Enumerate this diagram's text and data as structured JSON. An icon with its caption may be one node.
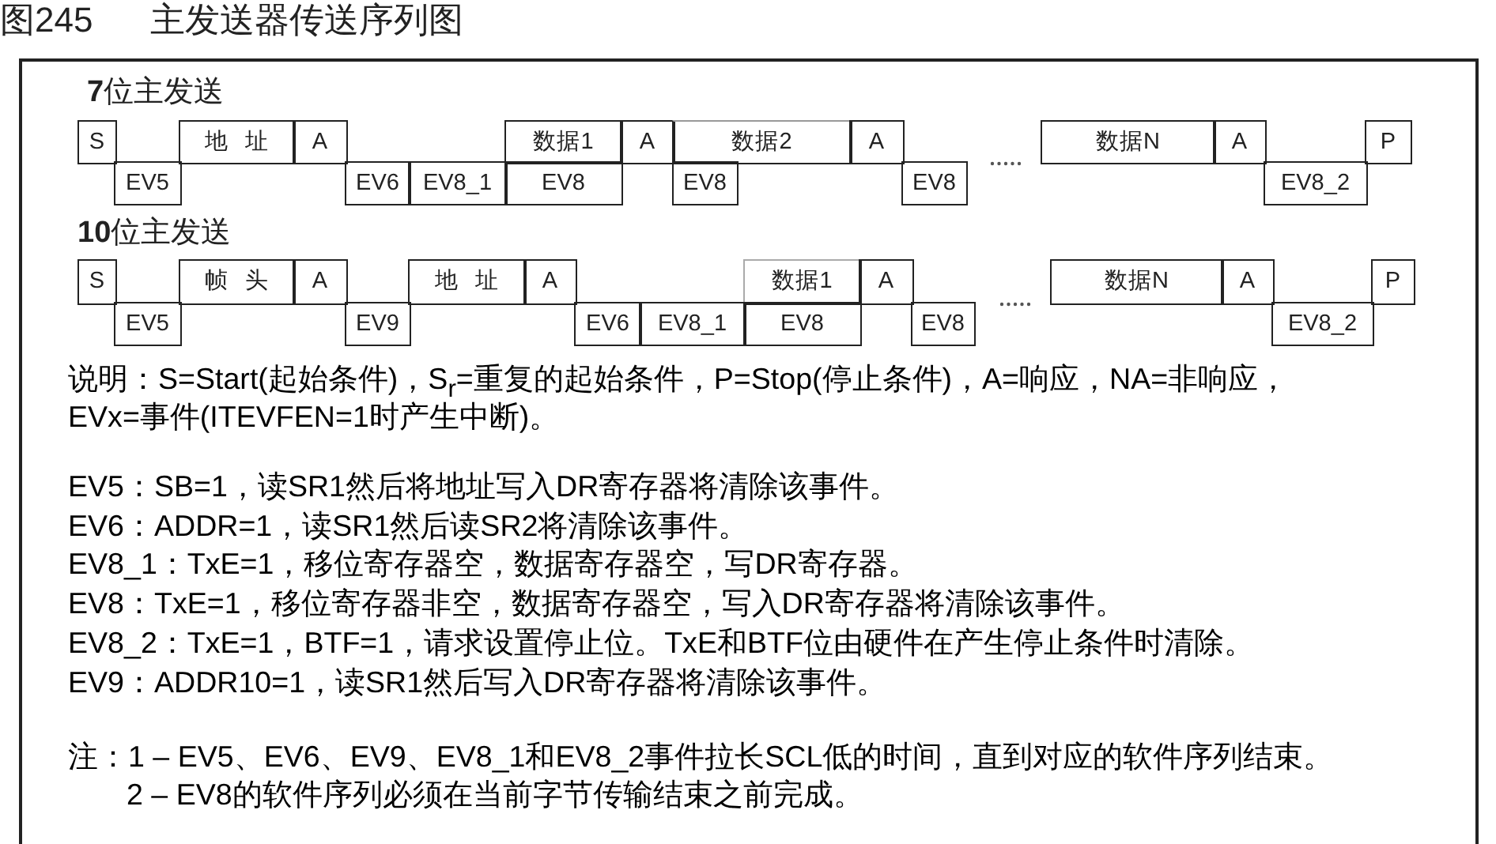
{
  "diagram": {
    "title": "图245 主发送器传送序列图",
    "nodes": [
      {
        "text": [
          "S"
        ]
      },
      {
        "text": [
          "EV5"
        ]
      },
      {
        "text": [
          "地址"
        ]
      },
      {
        "text": [
          "A"
        ]
      },
      {
        "text": [
          "EV6"
        ]
      },
      {
        "text": [
          "EV8_1"
        ]
      },
      {
        "text": [
          "数据1"
        ]
      },
      {
        "text": [
          "EV8"
        ]
      },
      {
        "text": [
          "A"
        ]
      },
      {
        "text": [
          "数据2"
        ]
      },
      {
        "text": [
          "EV8"
        ]
      },
      {
        "text": [
          "A"
        ]
      },
      {
        "text": [
          "EV8"
        ]
      },
      {
        "text": [
          "数据N"
        ]
      },
      {
        "text": [
          "A"
        ]
      },
      {
        "text": [
          "EV8_2"
        ]
      },
      {
        "text": [
          "P"
        ]
      },
      {
        "text": [
          "S"
        ]
      },
      {
        "text": [
          "EV5"
        ]
      },
      {
        "text": [
          "帧头"
        ]
      },
      {
        "text": [
          "A"
        ]
      },
      {
        "text": [
          "EV9"
        ]
      },
      {
        "text": [
          "地址"
        ]
      },
      {
        "text": [
          "A"
        ]
      },
      {
        "text": [
          "EV6"
        ]
      },
      {
        "text": [
          "EV8_1"
        ]
      },
      {
        "text": [
          "数据1"
        ]
      },
      {
        "text": [
          "EV8"
        ]
      },
      {
        "text": [
          "A"
        ]
      },
      {
        "text": [
          "EV8"
        ]
      },
      {
        "text": [
          "数据N"
        ]
      },
      {
        "text": [
          "A"
        ]
      },
      {
        "text": [
          "EV8_2"
        ]
      },
      {
        "text": [
          "P"
        ]
      }
    ],
    "labels": [
      "**7**位主发送",
      "**10**位主发送",
      "说明：S=Start(起始条件)，S$_{r}$=重复的起始条件，P=Stop(停止条件)，A=响应，NA=非响应，EVx=事件(ITEVFEN=1时产生中断)。",
      "EV5：SB=1，读SR1然后将地址写入DR寄存器将清除该事件。",
      "EV6：ADDR=1，读SR1然后读SR2将清除该事件。",
      "EV8_1：TxE=1，移位寄存器空，数据寄存器空，写DR寄存器。",
      "EV8：TxE=1，移位寄存器非空，数据寄存器空，写入DR寄存器将清除该事件。",
      "EV8_2：TxE=1，BTF=1，请求设置停止位。TxE和BTF位由硬件在产生停止条件时清除。",
      "EV9：ADDR10=1，读SR1然后写入DR寄存器将清除该事件。",
      "注：1 – EV5、EV6、EV9、EV8_1和EV8_2事件拉长SCL低的时间，直到对应的软件序列结束。",
      "2 – EV8的软件序列必须在当前字节传输结束之前完成。"
    ]
  }
}
